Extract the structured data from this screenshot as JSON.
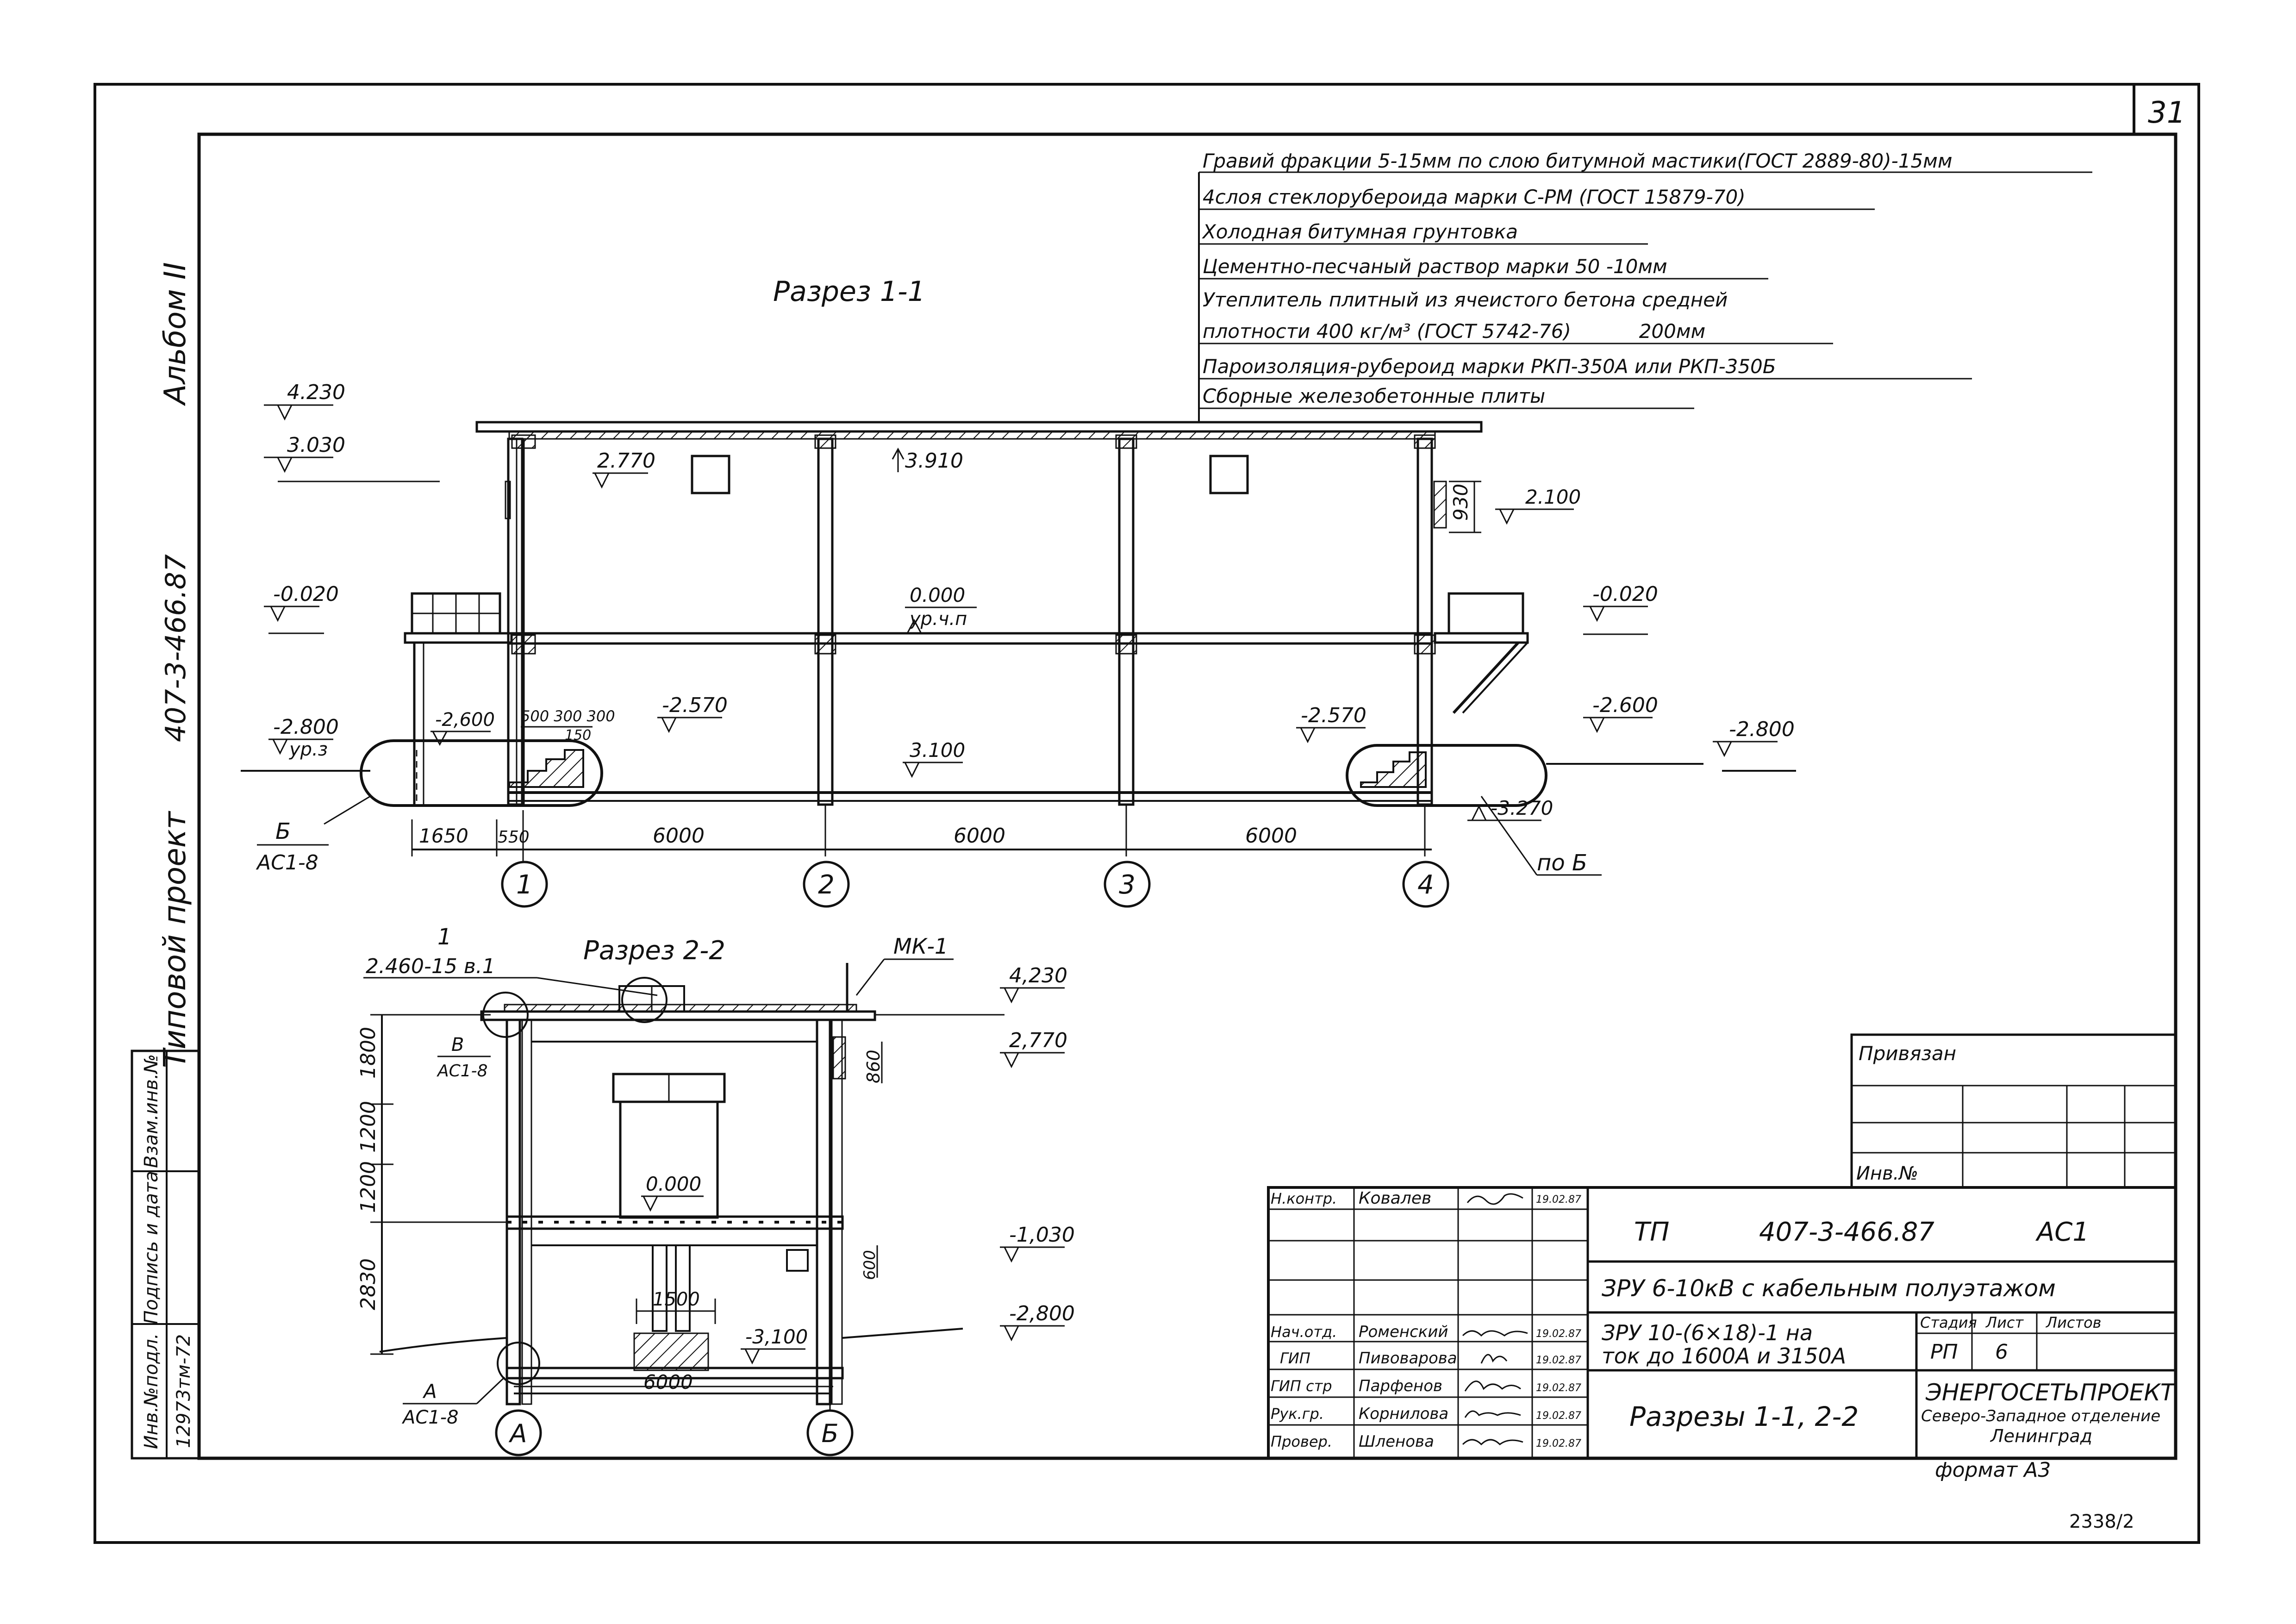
{
  "sheet_number": "31",
  "bottom_code": "2338/2",
  "format": "формат А3",
  "left_strip": {
    "album": "Альбом II",
    "project_type": "Типовой проект",
    "project_code": "407-3-466.87",
    "stamp_col1": "Инв.№подл.",
    "stamp_col2": "Подпись и дата",
    "stamp_col3": "Взам.инв.№",
    "inv_number": "12973тм-72"
  },
  "section_1_1": {
    "title": "Разрез 1-1",
    "roof_layers": [
      "Гравий фракции 5-15мм по слою битумной мастики(ГОСТ 2889-80)-15мм",
      "4слоя стеклорубероида марки С-РМ (ГОСТ 15879-70)",
      "Холодная битумная грунтовка",
      "Цементно-песчаный раствор марки 50 -10мм",
      "Утеплитель плитный из ячеистого бетона средней",
      "плотности 400 кг/м³ (ГОСТ 5742-76)           200мм",
      "Пароизоляция-рубероид марки РКП-350А или РКП-350Б",
      "Сборные железобетонные плиты"
    ],
    "levels": {
      "l4230": "4.230",
      "l3030": "3.030",
      "l2770": "2.770",
      "l3910": "3.910",
      "l930": "930",
      "l2100": "2.100",
      "lm0020a": "-0.020",
      "lm0020b": "-0.020",
      "l0000": "0.000",
      "urchp": "ур.ч.п",
      "lm2570a": "-2.570",
      "lm2570b": "-2.570",
      "lm2600a": "-2,600",
      "lm2600b": "-2.600",
      "lm2800a": "-2.800",
      "lm2800b": "-2.800",
      "urz": "ур.з",
      "l3100": "3.100",
      "lm3270": "-3.270",
      "steps": "500 300 300",
      "step2": "150"
    },
    "dims": [
      "1650",
      "550",
      "6000",
      "6000",
      "6000"
    ],
    "axes": [
      "1",
      "2",
      "3",
      "4"
    ],
    "callout_letter": "Б",
    "callout_ref": "АС1-8",
    "po_b": "по Б"
  },
  "section_2_2": {
    "title": "Разрез 2-2",
    "mark1": "1",
    "mark1_ref": "2.460-15 в.1",
    "mk": "МК-1",
    "callout_v": "В",
    "callout_v_ref": "АС1-8",
    "callout_a": "А",
    "callout_a_ref": "АС1-8",
    "levels": {
      "l4230": "4,230",
      "l2770": "2,770",
      "l860": "860",
      "l0000": "0.000",
      "lm1030": "-1,030",
      "l600": "600",
      "lm2800": "-2,800",
      "lm3100": "-3,100",
      "l1500": "1500"
    },
    "vdims": [
      "1800",
      "1200",
      "1200",
      "2830"
    ],
    "hdim": "6000",
    "axes": [
      "А",
      "Б"
    ]
  },
  "title_block": {
    "privyazan": "Привязан",
    "inv_no": "Инв.№",
    "roles": [
      {
        "role": "Н.контр.",
        "name": "Ковалев",
        "date": "19.02.87"
      },
      {
        "role": "Нач.отд.",
        "name": "Роменский",
        "date": "19.02.87"
      },
      {
        "role": "ГИП",
        "name": "Пивоварова",
        "date": "19.02.87"
      },
      {
        "role": "ГИП стр",
        "name": "Парфенов",
        "date": "19.02.87"
      },
      {
        "role": "Рук.гр.",
        "name": "Корнилова",
        "date": "19.02.87"
      },
      {
        "role": "Провер.",
        "name": "Шленова",
        "date": "19.02.87"
      }
    ],
    "tp": "ТП",
    "code": "407-3-466.87",
    "mark": "АС1",
    "object": "ЗРУ 6-10кВ с кабельным полуэтажом",
    "subject_l1": "ЗРУ 10-(6×18)-1 на",
    "subject_l2": "ток до 1600А и 3150А",
    "stage_h": "Стадия",
    "sheet_h": "Лист",
    "sheets_h": "Листов",
    "stage": "РП",
    "sheet": "6",
    "sheets": "",
    "drawing_title": "Разрезы 1-1, 2-2",
    "org_l1": "ЭНЕРГОСЕТЬПРОЕКТ",
    "org_l2": "Северо-Западное отделение",
    "org_l3": "Ленинград"
  }
}
